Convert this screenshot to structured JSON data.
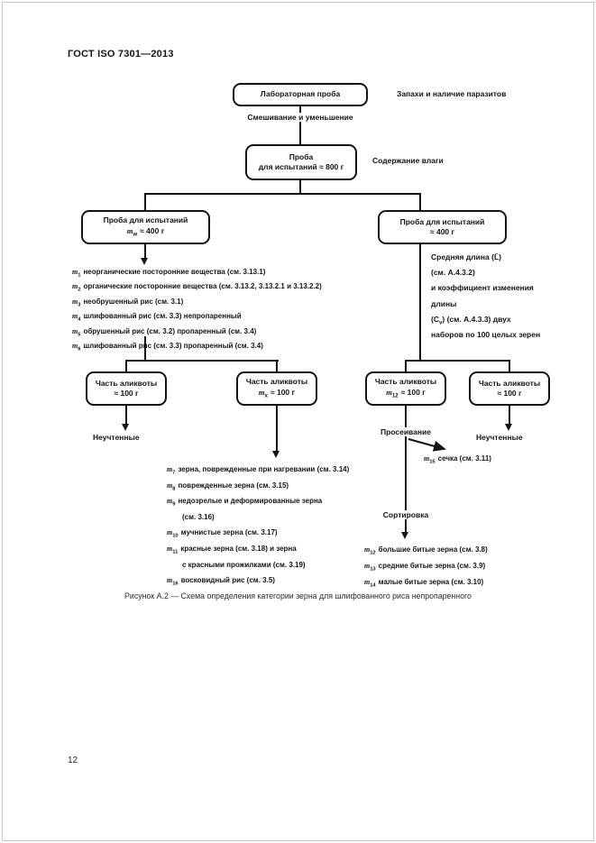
{
  "page": {
    "header": "ГОСТ ISO 7301—2013",
    "page_number": "12",
    "caption": "Рисунок А.2 — Схема определения категории зерна для шлифованного риса непропаренного"
  },
  "flow": {
    "lab_box": "Лабораторная проба",
    "smells_note": "Запахи и наличие паразитов",
    "mixing_label": "Смешивание и уменьшение",
    "test800_line1": "Проба",
    "test800_line2": "для испытаний ≈ 800 г",
    "moisture_note": "Содержание влаги",
    "test400_left_line1": "Проба для испытаний",
    "test400_left_mass": {
      "v": "m",
      "sub": "w",
      "rest": "≈ 400 г"
    },
    "test400_right_line1": "Проба для испытаний",
    "test400_right_mass": "≈ 400 г",
    "length_note": [
      {
        "p1": "Средняя длина (L̄)",
        "sub": "",
        "p2": ""
      },
      {
        "p1": "(см. А.4.3.2)",
        "sub": "",
        "p2": ""
      },
      {
        "p1": "и коэффициент изменения",
        "sub": "",
        "p2": ""
      },
      {
        "p1": "длины",
        "sub": "",
        "p2": ""
      },
      {
        "p1": "(C",
        "sub": "v",
        "p2": ") (см. А.4.3.3) двух"
      },
      {
        "p1": "наборов по 100 целых зерен",
        "sub": "",
        "p2": ""
      }
    ],
    "aliquot_label": "Часть аликвоты",
    "aliquot_a_mass": "≈ 100 г",
    "aliquot_b_mass": {
      "v": "m",
      "sub": "x",
      "rest": "≈ 100 г"
    },
    "aliquot_c_mass": {
      "v": "m",
      "sub": "12",
      "rest": "≈ 100 г"
    },
    "aliquot_d_mass": "≈ 100 г",
    "unaccounted_left": "Неучтенные",
    "unaccounted_right": "Неучтенные",
    "sieving_label": "Просеивание",
    "chips_item": {
      "v": "m",
      "sub": "15",
      "rest": "сечка (см. 3.11)"
    },
    "sorting_label": "Сортировка"
  },
  "left_list": [
    {
      "v": "m",
      "sub": "1",
      "text": "неорганические посторонние вещества (см. 3.13.1)"
    },
    {
      "v": "m",
      "sub": "2",
      "text": "органические посторонние вещества (см. 3.13.2, 3.13.2.1 и 3.13.2.2)"
    },
    {
      "v": "m",
      "sub": "3",
      "text": "необрушенный рис (см. 3.1)"
    },
    {
      "v": "m",
      "sub": "4",
      "text": "шлифованный рис (см. 3.3) непропаренный"
    },
    {
      "v": "m",
      "sub": "5",
      "text": "обрушенный рис (см. 3.2) пропаренный (см. 3.4)"
    },
    {
      "v": "m",
      "sub": "6",
      "text": "шлифованный рис (см. 3.3) пропаренный (см. 3.4)"
    }
  ],
  "mid_list": [
    {
      "v": "m",
      "sub": "7",
      "text": "зерна, поврежденные при нагревании (см. 3.14)"
    },
    {
      "v": "m",
      "sub": "8",
      "text": "поврежденные зерна (см. 3.15)"
    },
    {
      "v": "m",
      "sub": "9",
      "text": "недозрелые и деформированные зерна"
    },
    {
      "v": "",
      "sub": "",
      "text": "(см. 3.16)"
    },
    {
      "v": "m",
      "sub": "10",
      "text": "мучнистые зерна (см. 3.17)"
    },
    {
      "v": "m",
      "sub": "11",
      "text": "красные зерна (см. 3.18) и зерна"
    },
    {
      "v": "",
      "sub": "",
      "text": "с красными прожилками (см. 3.19)"
    },
    {
      "v": "m",
      "sub": "16",
      "text": "восковидный рис (см. 3.5)"
    }
  ],
  "broken_list": [
    {
      "v": "m",
      "sub": "12",
      "text": "большие битые зерна (см. 3.8)"
    },
    {
      "v": "m",
      "sub": "13",
      "text": "средние битые зерна (см. 3.9)"
    },
    {
      "v": "m",
      "sub": "14",
      "text": "малые битые зерна (см. 3.10)"
    }
  ]
}
